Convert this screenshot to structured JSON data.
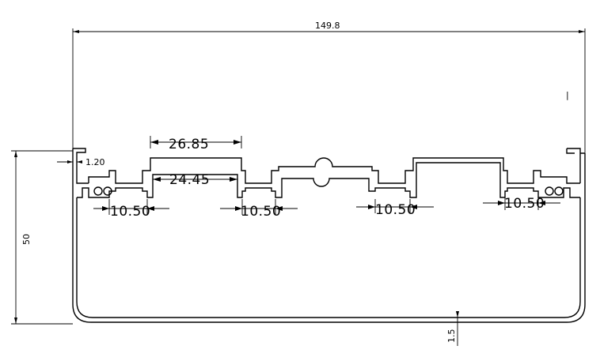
{
  "dimensions": {
    "overall_width": "149.8",
    "height": "50",
    "wall_thickness": "1.5",
    "lip": "1.20",
    "channel_outer": "26.85",
    "channel_inner": "24.45",
    "slot_1": "10.50",
    "slot_2": "10.50",
    "slot_3": "10.50",
    "slot_4": "10.50"
  },
  "side_mark": "|"
}
